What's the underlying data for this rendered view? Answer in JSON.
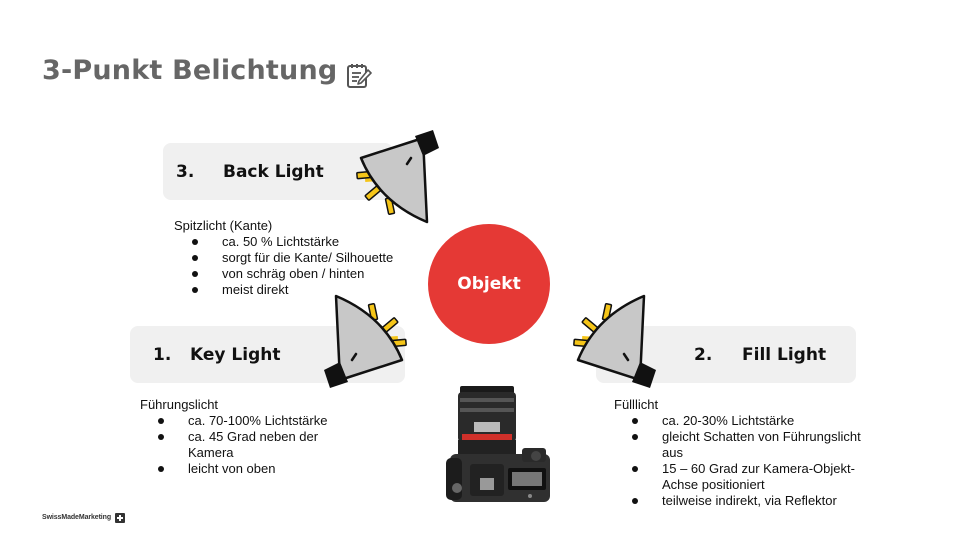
{
  "title": "3-Punkt Belichtung",
  "icons": {
    "title": "notepad-icon",
    "lamp": "spotlight-icon",
    "camera": "camera-icon",
    "brand": "logo-mark-icon"
  },
  "colors": {
    "title": "#666666",
    "pill_bg": "#f0f0f0",
    "objekt": "#e53935",
    "light_beam": "#f5c518",
    "lamp_body": "#c8c8c8"
  },
  "back_light": {
    "number": "3.",
    "label": "Back Light",
    "lead": "Spitzlicht (Kante)",
    "bullets": [
      "ca. 50 % Lichtstärke",
      "sorgt für die Kante/ Silhouette",
      "von schräg oben / hinten",
      "meist direkt"
    ]
  },
  "key_light": {
    "number": "1.",
    "label": "Key Light",
    "lead": "Führungslicht",
    "bullets": [
      "ca. 70-100% Lichtstärke",
      "ca. 45 Grad neben der Kamera",
      "leicht von oben"
    ]
  },
  "fill_light": {
    "number": "2.",
    "label": "Fill Light",
    "lead": "Fülllicht",
    "bullets": [
      "ca. 20-30% Lichtstärke",
      "gleicht Schatten von Führungslicht aus",
      "15 – 60 Grad zur Kamera-Objekt-Achse positioniert",
      "teilweise indirekt, via Reflektor"
    ]
  },
  "objekt": "Objekt",
  "brand": "SwissMadeMarketing"
}
